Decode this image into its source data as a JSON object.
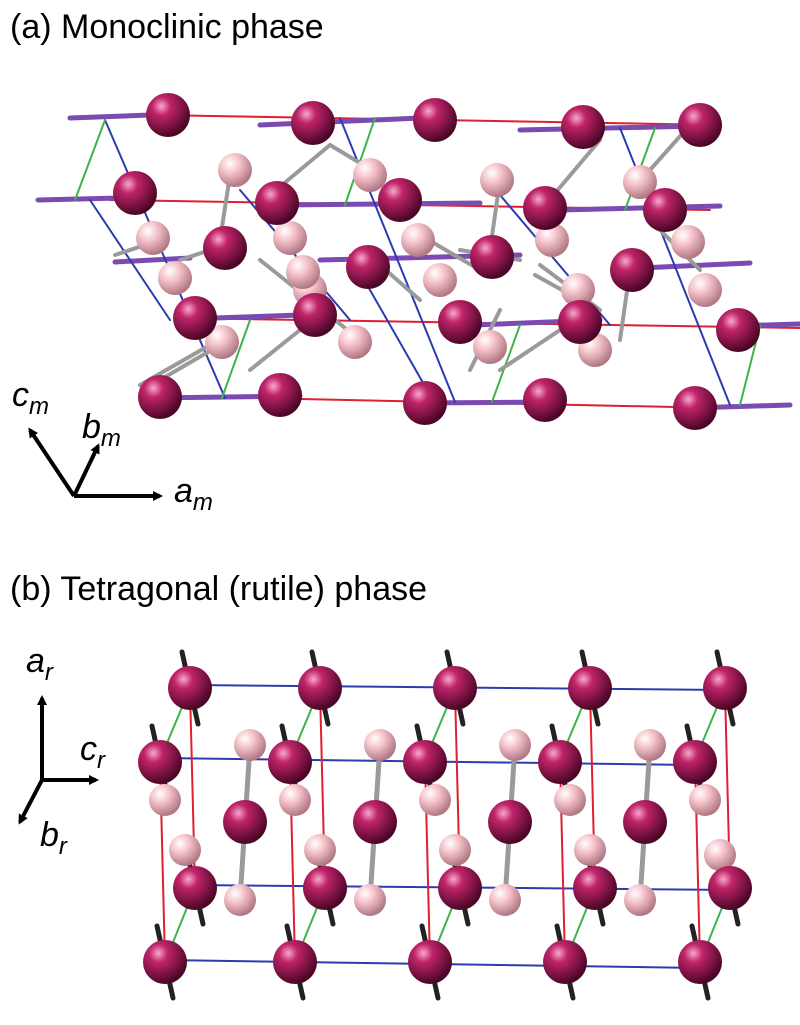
{
  "panel_a": {
    "title": "(a)  Monoclinic phase",
    "axes": {
      "c": {
        "base": "c",
        "sub": "m"
      },
      "b": {
        "base": "b",
        "sub": "m"
      },
      "a": {
        "base": "a",
        "sub": "m"
      }
    }
  },
  "panel_b": {
    "title": "(b)  Tetragonal (rutile) phase",
    "axes": {
      "a": {
        "base": "a",
        "sub": "r"
      },
      "c": {
        "base": "c",
        "sub": "r"
      },
      "b": {
        "base": "b",
        "sub": "r"
      }
    }
  },
  "colors": {
    "metal_atom": "#a8185a",
    "oxygen_atom": "#f2b4bd",
    "bond": "#9a9a9a",
    "cell_edge_blue": "#2a3cb0",
    "cell_edge_red": "#e02030",
    "cell_edge_green": "#3cb44b",
    "cell_edge_purple": "#7a4bb0",
    "axis_arrow": "#000000"
  }
}
